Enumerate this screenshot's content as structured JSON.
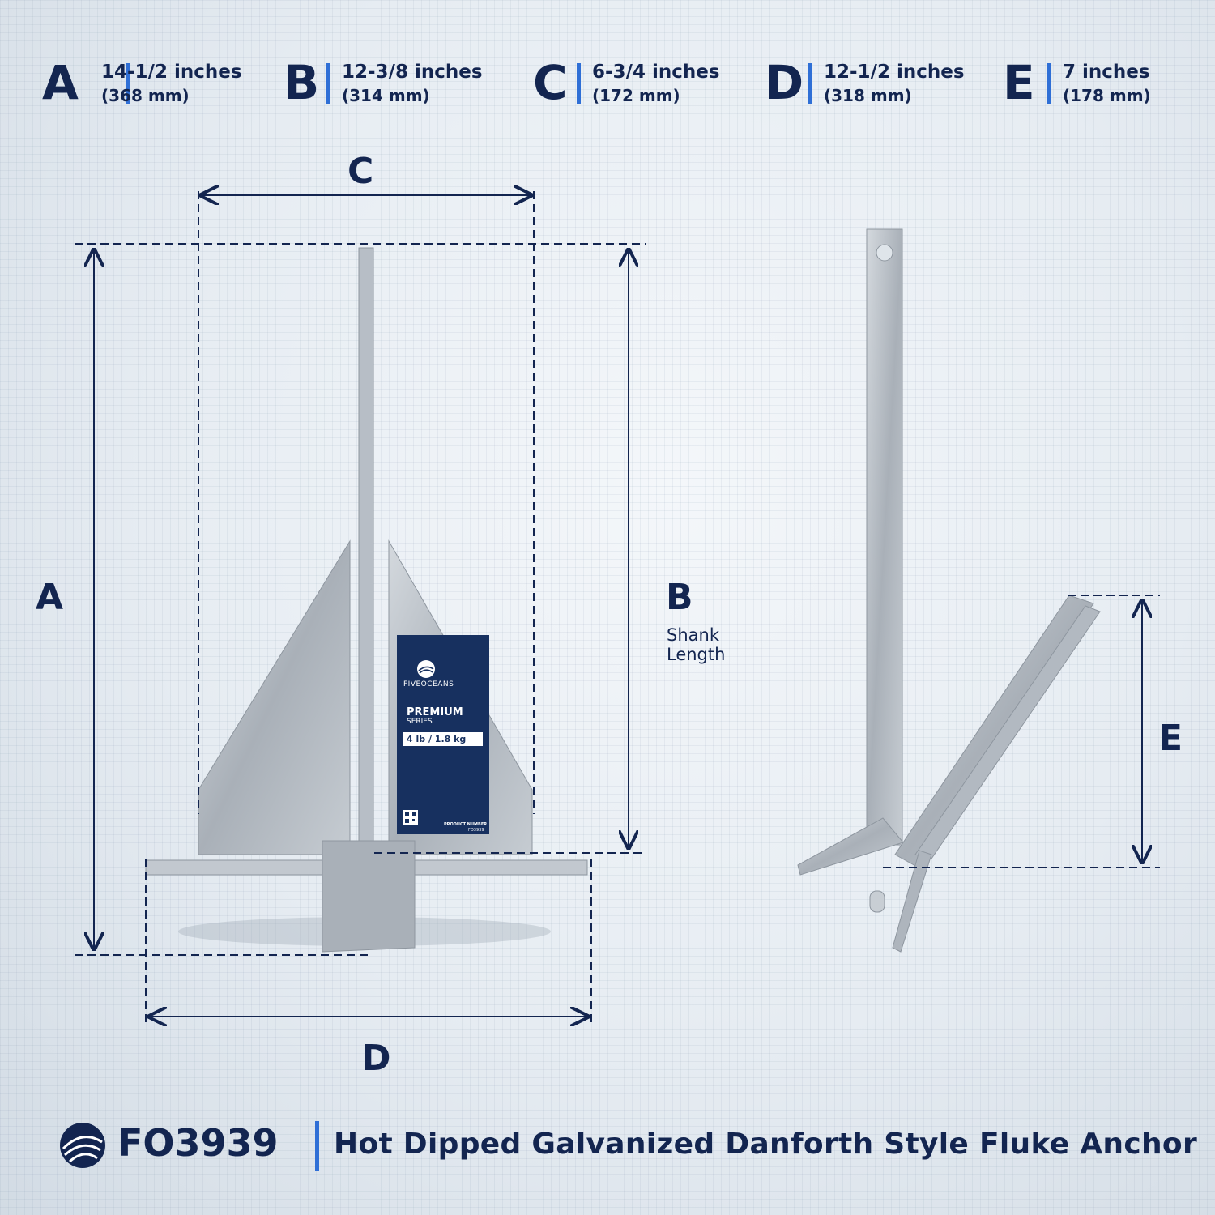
{
  "specs": [
    {
      "letter": "A",
      "inches": "14-1/2 inches",
      "mm": "(368 mm)"
    },
    {
      "letter": "B",
      "inches": "12-3/8 inches",
      "mm": "(314 mm)"
    },
    {
      "letter": "C",
      "inches": "6-3/4 inches",
      "mm": "(172 mm)"
    },
    {
      "letter": "D",
      "inches": "12-1/2 inches",
      "mm": "(318 mm)"
    },
    {
      "letter": "E",
      "inches": "7 inches",
      "mm": "(178 mm)"
    }
  ],
  "labels": {
    "a": "A",
    "b": "B",
    "c": "C",
    "d": "D",
    "e": "E",
    "shank": "Shank Length"
  },
  "tag": {
    "brand": "FIVEOCEANS",
    "premium": "PREMIUM",
    "series": "SERIES",
    "weight": "4 lb / 1.8 kg",
    "product_number_label": "PRODUCT NUMBER",
    "product_number": "FO3939"
  },
  "footer": {
    "model": "FO3939",
    "description": "Hot Dipped Galvanized Danforth Style Fluke Anchor"
  },
  "colors": {
    "navy": "#132550",
    "accent": "#2f6fd6",
    "metal": "#b9bfc6"
  }
}
